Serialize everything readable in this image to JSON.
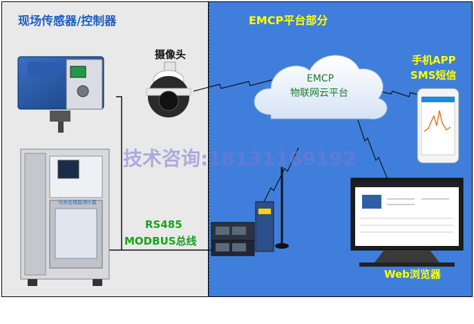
{
  "left_title": "现场传感器/控制器",
  "right_title": "EMCP平台部分",
  "camera_label": "摄像头",
  "cloud_label_line1": "EMCP",
  "cloud_label_line2": "物联网云平台",
  "app_label_line1": "手机APP",
  "app_label_line2": "SMS短信",
  "bus_label_line1": "RS485",
  "bus_label_line2": "MODBUS总线",
  "web_label": "Web浏览器",
  "watermark": "技术咨询:18131169192",
  "cabinet_text": "污水在线监测小屋",
  "colors": {
    "left_bg": "#e9e9e9",
    "right_bg": "#3f7fdb",
    "left_title": "#1f5fbf",
    "right_title": "#ffff00",
    "bus_label": "#18a31a"
  }
}
